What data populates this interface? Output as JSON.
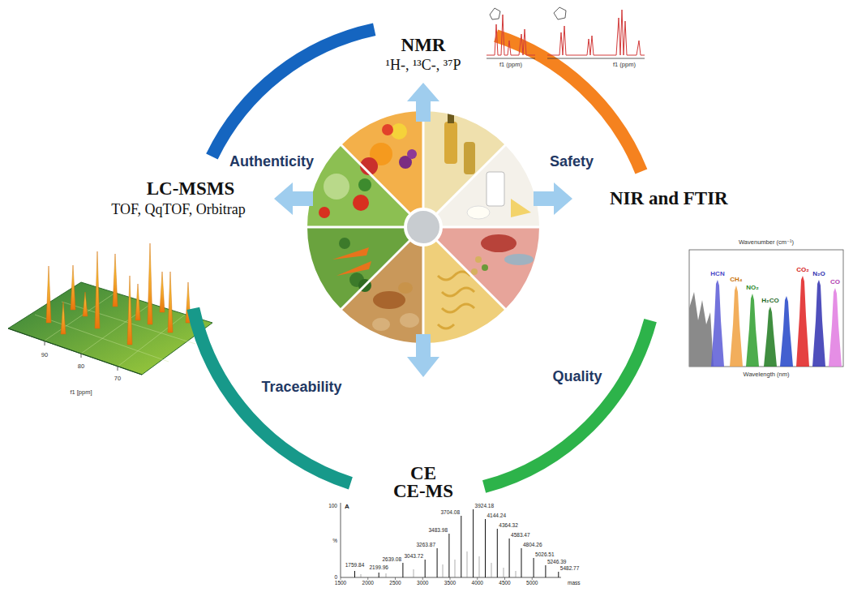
{
  "diagram": {
    "labels": [
      "NMR",
      "¹H-, ¹³C-, ³⁷P",
      "f1 (ppm)",
      "f1 (ppm)",
      "Authenticity",
      "Safety",
      "LC-MSMS",
      "TOF, QqTOF, Orbitrap",
      "NIR and FTIR",
      "Wavenumber (cm⁻¹)",
      "HCN",
      "CH₄",
      "NO₂",
      "H₂CO",
      "CO₂",
      "N₂O",
      "CO",
      "Wavelength (nm)",
      "f1 [ppm]",
      "90",
      "80",
      "70",
      "Traceability",
      "Quality",
      "CE",
      "CE-MS",
      "A",
      "100",
      "%",
      "0",
      "1759.84",
      "2199.96",
      "2639.08",
      "3043.72",
      "3263.87",
      "3483.98",
      "3704.08",
      "3924.18",
      "4144.24",
      "4364.32",
      "4583.47",
      "4804.26",
      "5026.51",
      "5246.39",
      "5482.77",
      "1500",
      "2000",
      "2500",
      "3000",
      "3500",
      "4000",
      "4500",
      "5000",
      "mass"
    ]
  }
}
